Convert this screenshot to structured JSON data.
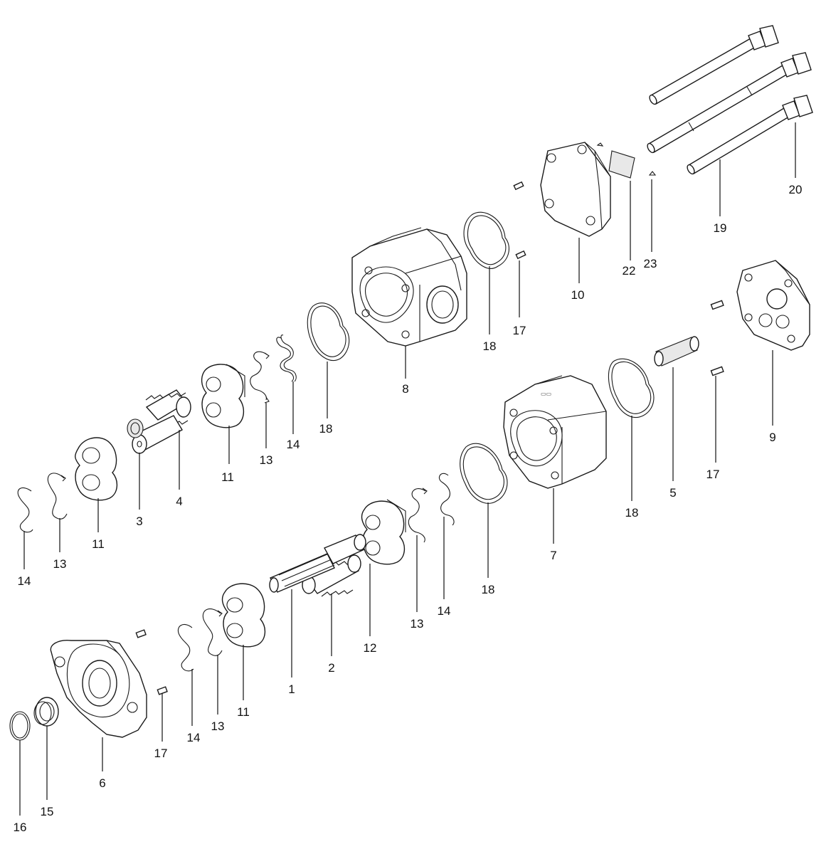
{
  "diagram": {
    "callouts": [
      {
        "id": "c1",
        "text": "1"
      },
      {
        "id": "c2",
        "text": "2"
      },
      {
        "id": "c3",
        "text": "3"
      },
      {
        "id": "c4",
        "text": "4"
      },
      {
        "id": "c5",
        "text": "5"
      },
      {
        "id": "c6",
        "text": "6"
      },
      {
        "id": "c7",
        "text": "7"
      },
      {
        "id": "c8",
        "text": "8"
      },
      {
        "id": "c9",
        "text": "9"
      },
      {
        "id": "c10",
        "text": "10"
      },
      {
        "id": "c11a",
        "text": "11"
      },
      {
        "id": "c11b",
        "text": "11"
      },
      {
        "id": "c11c",
        "text": "11"
      },
      {
        "id": "c12",
        "text": "12"
      },
      {
        "id": "c13a",
        "text": "13"
      },
      {
        "id": "c13b",
        "text": "13"
      },
      {
        "id": "c13c",
        "text": "13"
      },
      {
        "id": "c13d",
        "text": "13"
      },
      {
        "id": "c14a",
        "text": "14"
      },
      {
        "id": "c14b",
        "text": "14"
      },
      {
        "id": "c14c",
        "text": "14"
      },
      {
        "id": "c14d",
        "text": "14"
      },
      {
        "id": "c15",
        "text": "15"
      },
      {
        "id": "c16",
        "text": "16"
      },
      {
        "id": "c17a",
        "text": "17"
      },
      {
        "id": "c17b",
        "text": "17"
      },
      {
        "id": "c17c",
        "text": "17"
      },
      {
        "id": "c18a",
        "text": "18"
      },
      {
        "id": "c18b",
        "text": "18"
      },
      {
        "id": "c18c",
        "text": "18"
      },
      {
        "id": "c18d",
        "text": "18"
      },
      {
        "id": "c19",
        "text": "19"
      },
      {
        "id": "c20",
        "text": "20"
      },
      {
        "id": "c22",
        "text": "22"
      },
      {
        "id": "c23",
        "text": "23"
      }
    ]
  }
}
